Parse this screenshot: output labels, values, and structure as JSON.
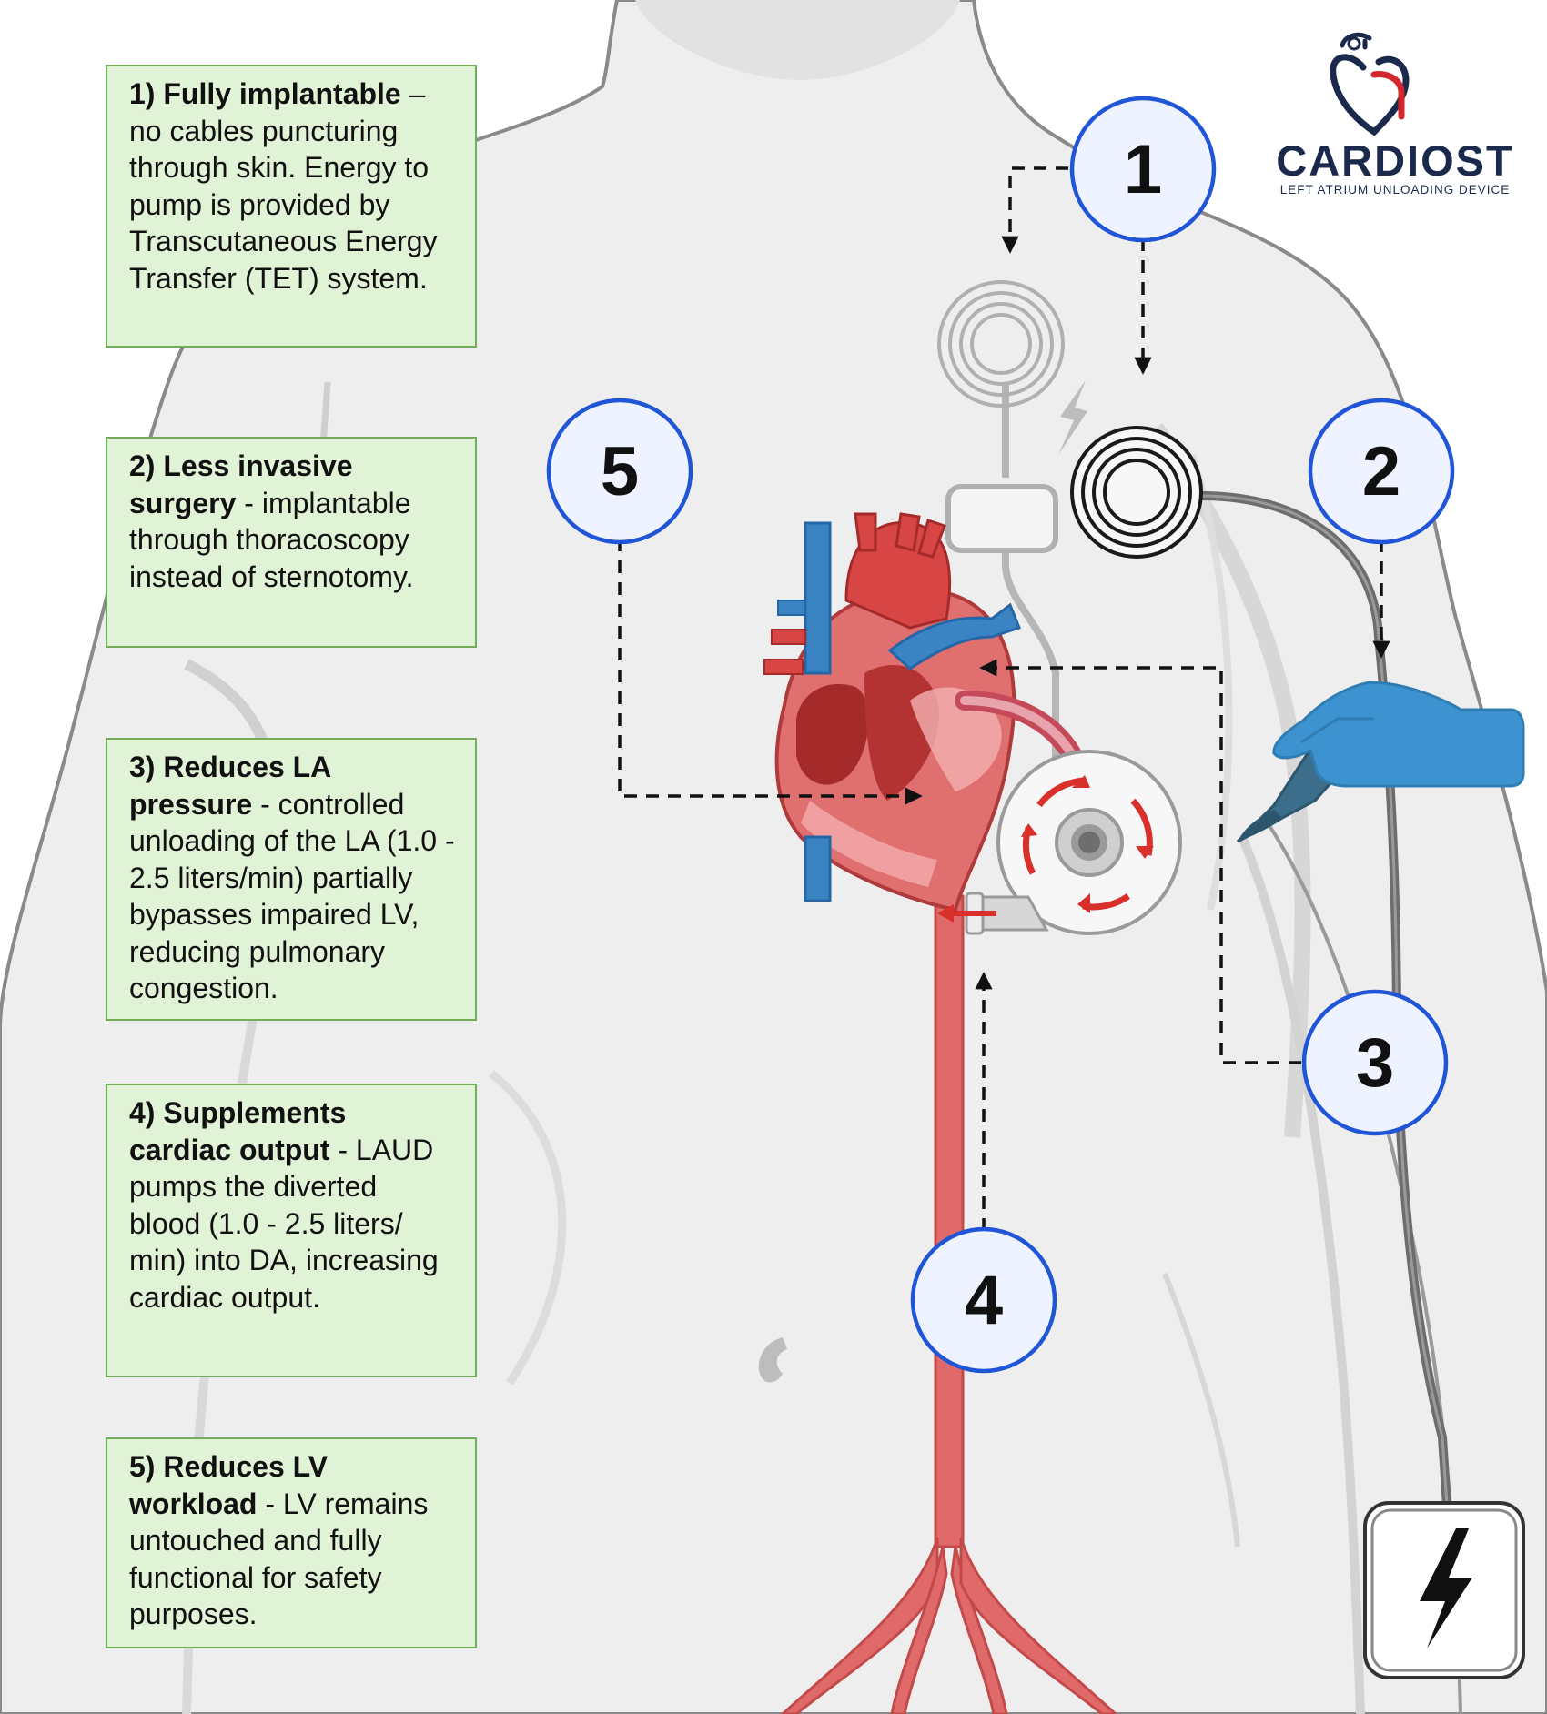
{
  "brand": {
    "name": "CARDIOST",
    "tagline": "LEFT ATRIUM UNLOADING DEVICE",
    "colors": {
      "navy": "#1b2a4c",
      "red": "#d4262c"
    }
  },
  "callouts": [
    {
      "number": "1"
    },
    {
      "number": "2"
    },
    {
      "number": "3"
    },
    {
      "number": "4"
    },
    {
      "number": "5"
    }
  ],
  "benefits": [
    {
      "heading": "1) Fully implantable",
      "text": " – no cables puncturing through skin. Energy to pump is provided by Transcutaneous Energy Transfer (TET) system."
    },
    {
      "heading": "2) Less invasive surgery",
      "text": " - implantable through thoracoscopy instead of sternotomy."
    },
    {
      "heading": "3) Reduces LA pressure",
      "text": " - controlled unloading of the LA (1.0 - 2.5 liters/min) partially bypasses impaired LV, reducing pulmonary congestion."
    },
    {
      "heading": "4) Supplements cardiac output",
      "text": " - LAUD pumps the diverted blood (1.0 - 2.5 liters/ min) into DA, increasing cardiac output."
    },
    {
      "heading": "5) Reduces LV workload",
      "text": " - LV remains untouched and fully functional for safety purposes."
    }
  ],
  "colors": {
    "box_fill": "#e1f3d6",
    "box_border": "#73ad5a",
    "callout_border": "#1f55d6",
    "callout_fill": "#eef3ff",
    "body_fill": "#eeeeee",
    "body_outline": "#8a8a8a",
    "artery": "#e06a6a",
    "vein": "#3b84c4",
    "hand": "#3d93cf"
  },
  "icons": [
    "person-torso-silhouette",
    "heart-anatomy-icon",
    "external-tet-coil-icon",
    "implanted-tet-coil-icon",
    "lightning-icon",
    "pump-icon",
    "gloved-hand-scalpel-icon",
    "battery-pack-icon",
    "cardiost-heart-logo-icon"
  ]
}
